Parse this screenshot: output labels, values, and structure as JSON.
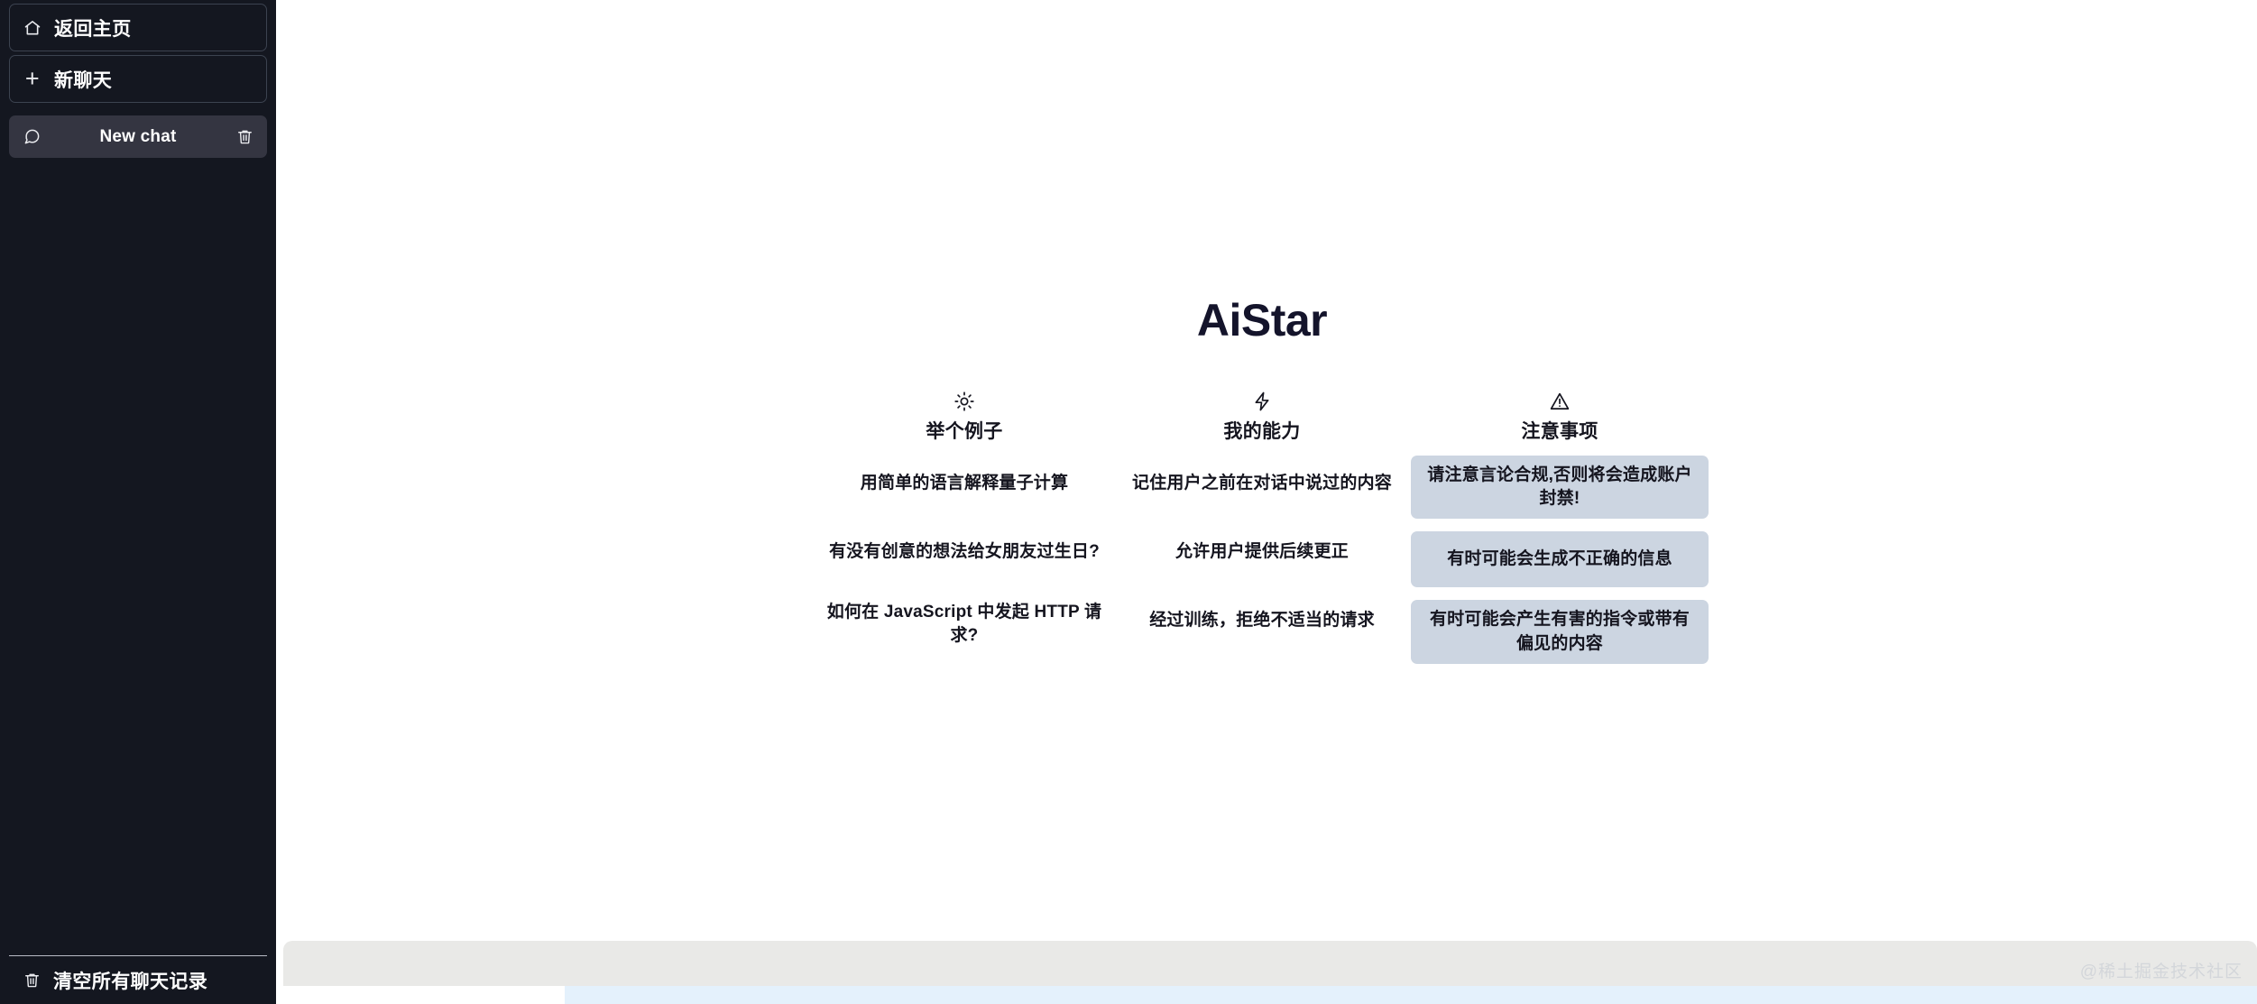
{
  "sidebar": {
    "home_button": {
      "label": "返回主页",
      "icon": "home-icon"
    },
    "new_chat_button": {
      "label": "新聊天",
      "icon": "plus-icon"
    },
    "conversations": [
      {
        "title": "New chat",
        "icon": "chat-bubble-icon",
        "delete_icon": "trash-icon",
        "active": true
      }
    ],
    "clear_all": {
      "label": "清空所有聊天记录",
      "icon": "trash-icon"
    }
  },
  "main": {
    "brand_title": "AiStar",
    "columns": [
      {
        "icon": "sun-icon",
        "title": "举个例子",
        "boxed": false,
        "items": [
          "用简单的语言解释量子计算",
          "有没有创意的想法给女朋友过生日?",
          "如何在 JavaScript 中发起 HTTP 请求?"
        ]
      },
      {
        "icon": "lightning-bolt-icon",
        "title": "我的能力",
        "boxed": false,
        "items": [
          "记住用户之前在对话中说过的内容",
          "允许用户提供后续更正",
          "经过训练，拒绝不适当的请求"
        ]
      },
      {
        "icon": "warning-triangle-icon",
        "title": "注意事项",
        "boxed": true,
        "items": [
          "请注意言论合规,否则将会造成账户封禁!",
          "有时可能会生成不正确的信息",
          "有时可能会产生有害的指令或带有偏见的内容"
        ]
      }
    ]
  },
  "watermark": "@稀土掘金技术社区",
  "colors": {
    "sidebar_bg": "#141720",
    "sidebar_active": "#343541",
    "notice_box": "#ccd5e1",
    "title": "#14142b",
    "composer_bg": "#e9e9e7",
    "bottom_strip": "#e4f1fc"
  }
}
